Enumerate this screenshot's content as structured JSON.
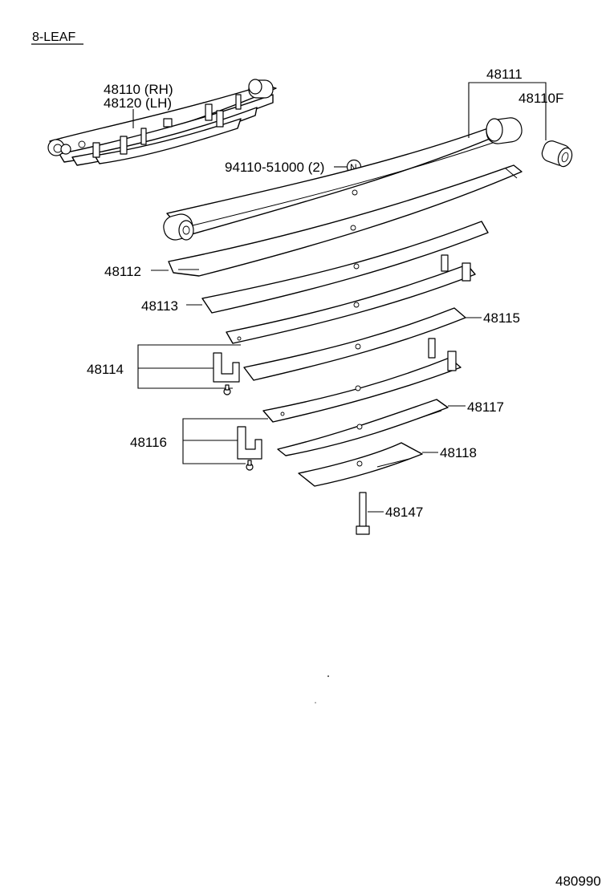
{
  "diagram": {
    "title": "8-LEAF",
    "figure_number": "480990",
    "labels": {
      "spring_rh": "48110 (RH)",
      "spring_lh": "48120 (LH)",
      "nut": "94110-51000 (2)",
      "nut_symbol": "N",
      "leaf_main": "48111",
      "bushing": "48110F",
      "leaf_2": "48112",
      "leaf_3": "48113",
      "clip_1": "48114",
      "leaf_4": "48115",
      "clip_2": "48116",
      "leaf_6": "48117",
      "leaf_7": "48118",
      "center_bolt": "48147"
    }
  }
}
